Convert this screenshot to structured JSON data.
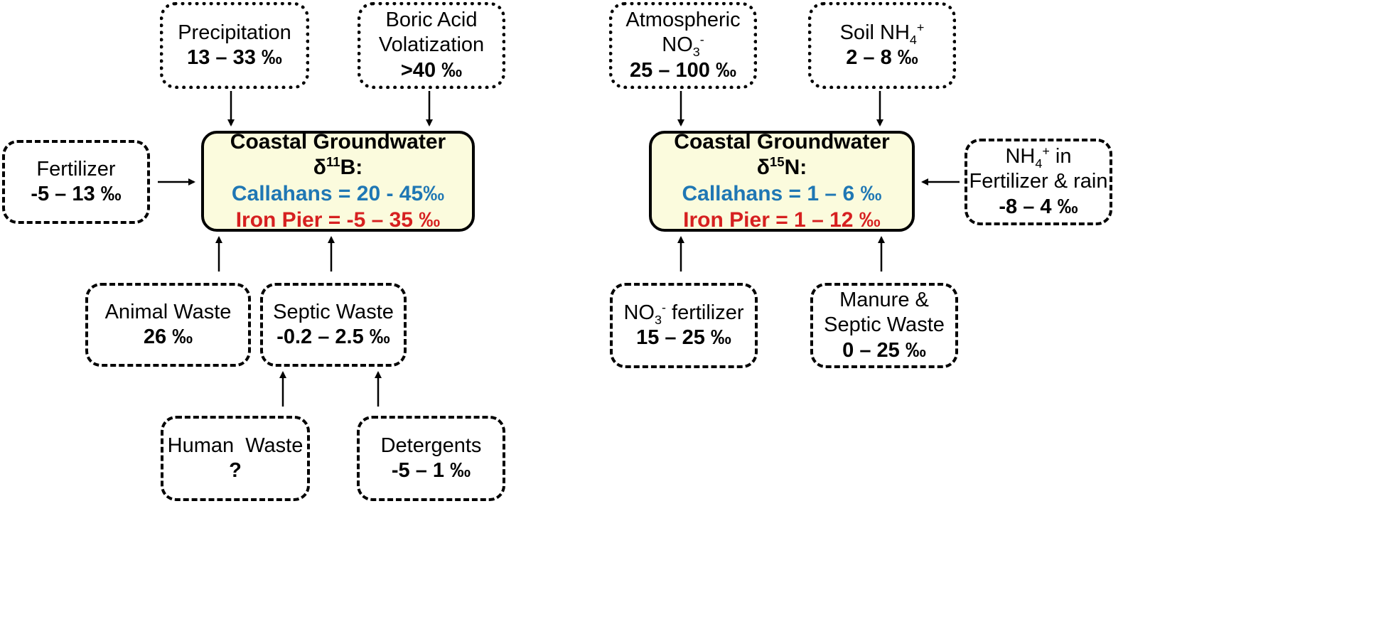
{
  "boron": {
    "center": {
      "title": "Coastal Groundwater δ",
      "title_sup": "11",
      "title_end": "B:",
      "callahans": "Callahans = 20 - 45‰",
      "iron_pier": "Iron Pier = -5 – 35 ‰"
    },
    "precipitation": {
      "label": "Precipitation",
      "value": "13 – 33 ‰"
    },
    "boric_acid": {
      "label1": "Boric Acid",
      "label2": "Volatization",
      "value": ">40 ‰"
    },
    "fertilizer": {
      "label": "Fertilizer",
      "value": "-5 – 13 ‰"
    },
    "animal_waste": {
      "label": "Animal Waste",
      "value": "26 ‰"
    },
    "septic_waste": {
      "label": "Septic Waste",
      "value": "-0.2 – 2.5 ‰"
    },
    "human_waste": {
      "label": "Human  Waste",
      "value": "?"
    },
    "detergents": {
      "label": "Detergents",
      "value": "-5 – 1 ‰"
    }
  },
  "nitrogen": {
    "center": {
      "title": "Coastal Groundwater δ",
      "title_sup": "15",
      "title_end": "N:",
      "callahans": "Callahans = 1 – 6 ‰",
      "iron_pier": "Iron Pier = 1 – 12 ‰"
    },
    "atmospheric": {
      "label1": "Atmospheric",
      "label2a": "NO",
      "label2_sub": "3",
      "label2_sup": "-",
      "value": "25 – 100 ‰"
    },
    "soil_nh4": {
      "label": "Soil NH",
      "label_sub": "4",
      "label_sup": "+",
      "value": "2 – 8 ‰"
    },
    "nh4_fertilizer": {
      "label1a": "NH",
      "label1_sub": "4",
      "label1_sup": "+",
      "label1b": " in",
      "label2": "Fertilizer & rain",
      "value": "-8 – 4 ‰"
    },
    "no3_fertilizer": {
      "label_a": "NO",
      "label_sub": "3",
      "label_sup": "-",
      "label_b": " fertilizer",
      "value": "15 – 25 ‰"
    },
    "manure": {
      "label1": "Manure &",
      "label2": "Septic Waste",
      "value": "0 – 25 ‰"
    }
  }
}
